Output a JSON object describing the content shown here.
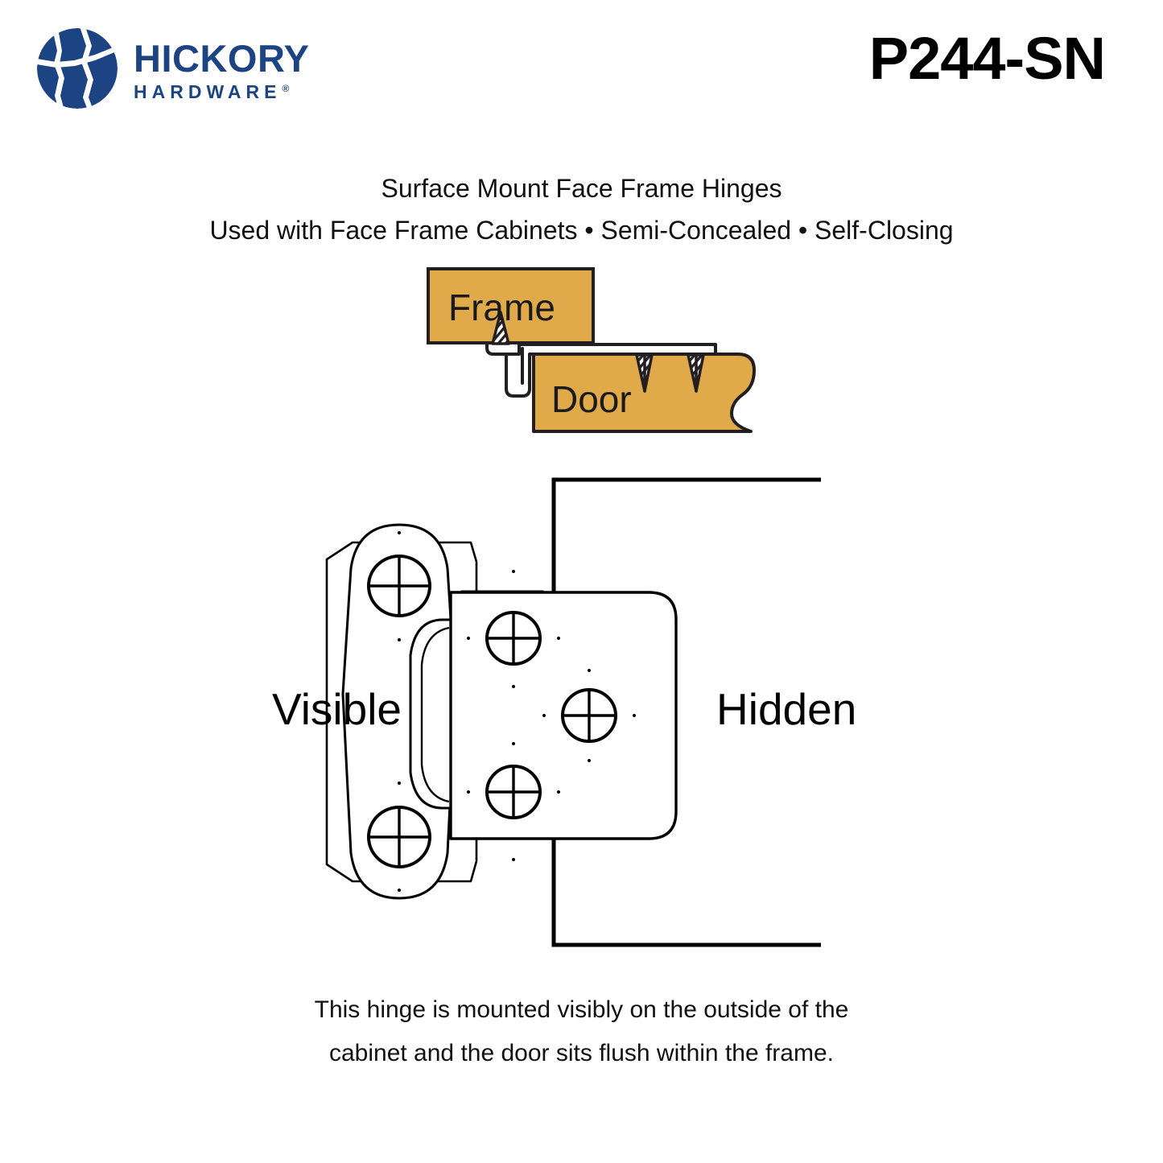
{
  "header": {
    "brand_name": "HICKORY",
    "brand_sub": "HARDWARE",
    "brand_registered": "®",
    "brand_color": "#1c4382",
    "product_code": "P244-SN"
  },
  "subtitles": {
    "line1": "Surface Mount Face Frame Hinges",
    "line2": "Used with Face Frame Cabinets • Semi-Concealed • Self-Closing"
  },
  "frame_door_diagram": {
    "frame_label": "Frame",
    "door_label": "Door",
    "wood_color": "#E0A94A",
    "outline_color": "#231f20",
    "hinge_color": "#ffffff"
  },
  "hinge_diagram": {
    "visible_label": "Visible",
    "hidden_label": "Hidden",
    "line_color": "#000000",
    "fill_color": "#ffffff"
  },
  "caption": {
    "line1": "This hinge is mounted visibly on the outside of the",
    "line2": "cabinet and the door sits flush within the frame."
  }
}
